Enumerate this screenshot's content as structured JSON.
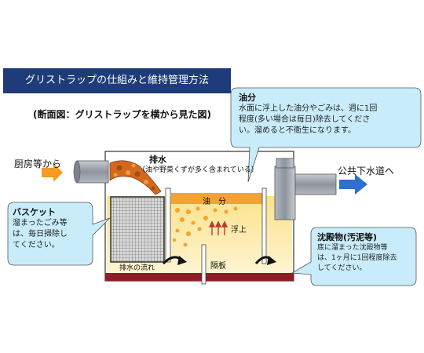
{
  "title": "グリストラップの仕組みと維持管理方法",
  "subtitle": "(断面図：グリストラップを横から見た図)",
  "inlet_label": "厨房等から",
  "outlet_label": "公共下水道へ",
  "drain": {
    "label": "排水",
    "note": "（油や野菜くずが多く含まれている）"
  },
  "oil_layer_label": "油　分",
  "float_label": "浮上",
  "flow_label": "排水の流れ",
  "partition_label": "隔板",
  "callouts": {
    "oil": {
      "title": "油分",
      "lines": [
        "水面に浮上した油分やごみは、週に1回",
        "程度(多い場合は毎日)除去してくださ",
        "い。溜めると不衛生になります。"
      ]
    },
    "basket": {
      "title": "バスケット",
      "lines": [
        "溜まったごみ等",
        "は、毎日掃除し",
        "てください。"
      ]
    },
    "sediment": {
      "title": "沈殿物(汚泥等)",
      "lines": [
        "底に溜まった沈殿物等",
        "は、1ヶ月に1回程度除去",
        "してください。"
      ]
    }
  },
  "colors": {
    "title_bg": "#1f3c7a",
    "callout_fill": "#c9ecfb",
    "water": "#fbe9a9",
    "oil_layer": "#f3a330",
    "sludge": "#8b1e26",
    "pipe": "#9aa1ab",
    "arrow_in": "#f59a22",
    "arrow_out": "#2f6fd0"
  }
}
